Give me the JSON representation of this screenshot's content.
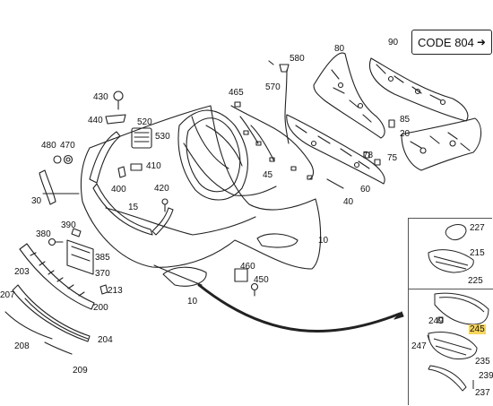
{
  "code_tag": {
    "text": "CODE 804",
    "arrow": "➜"
  },
  "labels": {
    "p90": "90",
    "p80": "80",
    "p580": "580",
    "p570": "570",
    "p465": "465",
    "p430": "430",
    "p440": "440",
    "p520": "520",
    "p530": "530",
    "p480": "480",
    "p470": "470",
    "p410": "410",
    "p400": "400",
    "p15": "15",
    "p420": "420",
    "p30": "30",
    "p45": "45",
    "p85": "85",
    "p20": "20",
    "p78": "78",
    "p75": "75",
    "p60": "60",
    "p40": "40",
    "p10a": "10",
    "p10b": "10",
    "p390": "390",
    "p380": "380",
    "p385": "385",
    "p370": "370",
    "p203": "203",
    "p213": "213",
    "p207": "207",
    "p200": "200",
    "p208": "208",
    "p204": "204",
    "p209": "209",
    "p460": "460",
    "p450": "450",
    "p227": "227",
    "p215": "215",
    "p225": "225",
    "p249": "249",
    "p245": "245",
    "p247": "247",
    "p235": "235",
    "p239": "239",
    "p237": "237"
  },
  "highlight_color": "#f7d55a"
}
